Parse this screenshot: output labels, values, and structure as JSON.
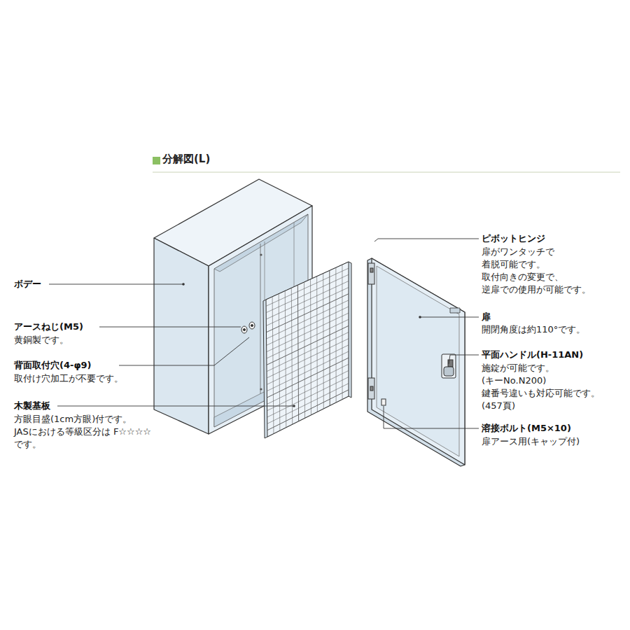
{
  "diagram": {
    "title": "分解図(L)",
    "labels": [
      "ボデー",
      "アースねじ(M5)",
      "黄銅製です。",
      "背面取付穴(4-φ9)",
      "取付け穴加工が不要です。",
      "木製基板",
      "方眼目盛(1cm方眼)付です。 JASにおける等級区分は F☆☆☆☆です。",
      "ピボットヒンジ",
      "扉がワンタッチで 着脱可能です。 取付向きの変更で、 逆扉での使用が可能です。",
      "扉",
      "開閉角度は約110°です。",
      "平面ハンドル(H-11AN)",
      "施錠が可能です。 (キーNo.N200) 鍵番号違いも対応可能です。 (457頁)",
      "溶接ボルト(M5×10)",
      "扉アース用(キャップ付)"
    ]
  }
}
